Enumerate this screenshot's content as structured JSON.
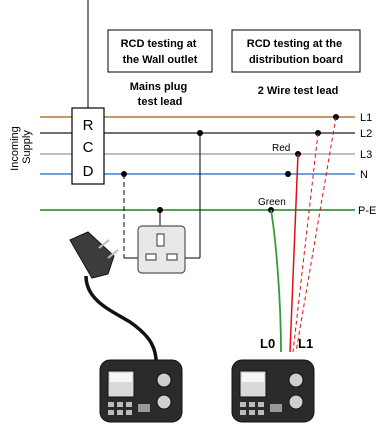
{
  "title_box_left": [
    "RCD testing at",
    "the Wall outlet"
  ],
  "title_box_right": [
    "RCD testing at the",
    "distribution board"
  ],
  "caption_left": [
    "Mains plug",
    "test lead"
  ],
  "caption_right": "2 Wire test lead",
  "side_label": [
    "Incoming",
    "Supply"
  ],
  "rcd_letters": [
    "R",
    "C",
    "D"
  ],
  "lines": {
    "L1": "L1",
    "L2": "L2",
    "L3": "L3",
    "N": "N",
    "PE": "P-E"
  },
  "lead_labels": {
    "red": "Red",
    "green": "Green",
    "l0": "L0",
    "l1": "L1"
  },
  "colors": {
    "L1": "#b87333",
    "L2": "#444444",
    "L3": "#aaaaaa",
    "N": "#4a7fd0",
    "PE": "#3a9a3a",
    "red_lead": "#e01010",
    "green_lead": "#3a9a3a"
  }
}
